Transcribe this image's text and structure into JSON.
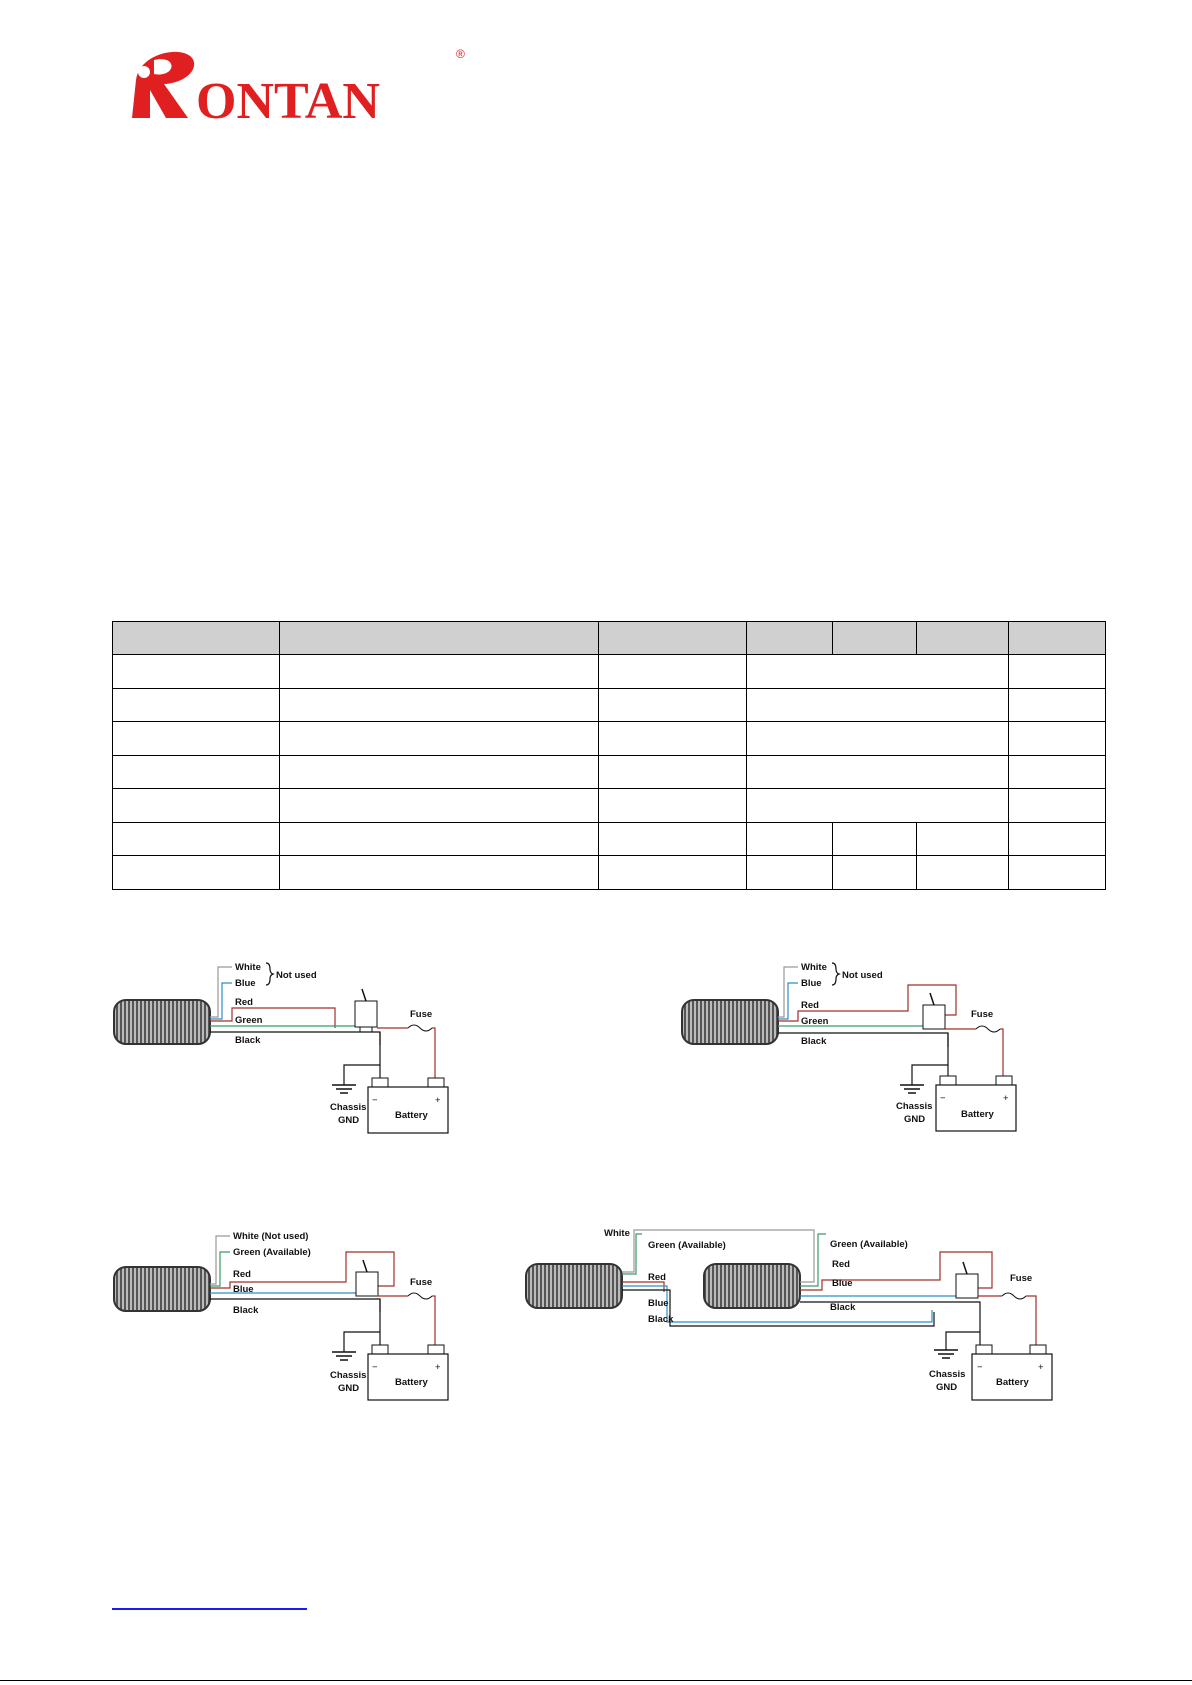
{
  "brand": {
    "logo_text": "RONTAN",
    "registered_mark": "®",
    "color": "#e02020"
  },
  "table": {
    "header_color": "#d0d0d0",
    "rows_count": 7
  },
  "diagrams": {
    "d1": {
      "wires": {
        "white": "White",
        "blue": "Blue",
        "red": "Red",
        "green": "Green",
        "black": "Black"
      },
      "not_used": "Not used",
      "fuse": "Fuse",
      "chassis": "Chassis",
      "gnd": "GND",
      "battery": "Battery",
      "minus": "−",
      "plus": "+"
    },
    "d2": {
      "wires": {
        "white": "White",
        "blue": "Blue",
        "red": "Red",
        "green": "Green",
        "black": "Black"
      },
      "not_used": "Not used",
      "fuse": "Fuse",
      "chassis": "Chassis",
      "gnd": "GND",
      "battery": "Battery",
      "minus": "−",
      "plus": "+"
    },
    "d3": {
      "white": "White (Not used)",
      "green": "Green (Available)",
      "red": "Red",
      "blue": "Blue",
      "black": "Black",
      "fuse": "Fuse",
      "chassis": "Chassis",
      "gnd": "GND",
      "battery": "Battery",
      "minus": "−",
      "plus": "+"
    },
    "d4": {
      "white": "White",
      "green_left": "Green (Available)",
      "green_right": "Green (Available)",
      "red_left": "Red",
      "red_right": "Red",
      "blue_left": "Blue",
      "blue_right": "Blue",
      "black_left": "Black",
      "black_right": "Black",
      "fuse": "Fuse",
      "chassis": "Chassis",
      "gnd": "GND",
      "battery": "Battery",
      "minus": "−",
      "plus": "+"
    },
    "colors": {
      "red": "#a0302a",
      "green": "#3a9a6a",
      "blue": "#2a8fc8",
      "black": "#111111",
      "white": "#9a9a9a"
    }
  },
  "footer": {
    "link_color": "#1a1aff"
  }
}
